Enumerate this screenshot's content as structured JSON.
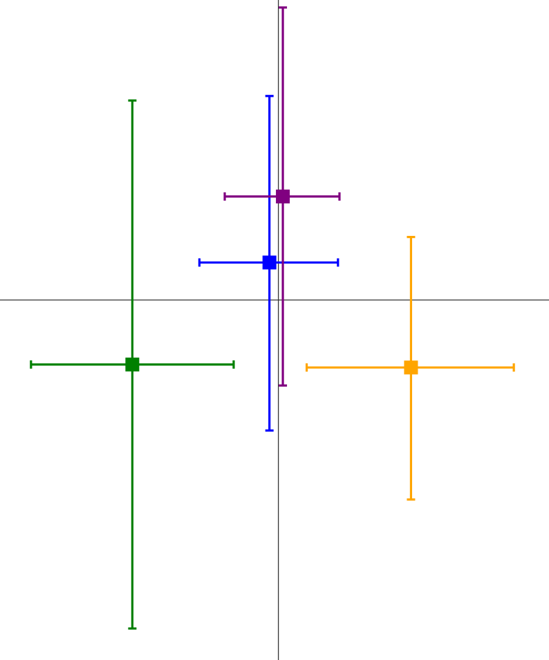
{
  "chart_data": {
    "type": "scatter",
    "title": "",
    "xlabel": "",
    "ylabel": "",
    "grid": false,
    "legend": "none",
    "axes": "cross-through-origin",
    "xlim": [
      -0.934,
      0.908
    ],
    "ylim": [
      -1.2,
      1.0
    ],
    "series": [
      {
        "color": "#008000",
        "x": -0.49,
        "y": -0.215,
        "xerr": [
          -0.83,
          -0.15
        ],
        "yerr": [
          -1.095,
          0.665
        ]
      },
      {
        "color": "#0000ff",
        "x": -0.03,
        "y": 0.125,
        "xerr": [
          -0.265,
          0.2
        ],
        "yerr": [
          -0.435,
          0.68
        ]
      },
      {
        "color": "#800080",
        "x": 0.015,
        "y": 0.345,
        "xerr": [
          -0.18,
          0.205
        ],
        "yerr": [
          -0.285,
          0.975
        ]
      },
      {
        "color": "#ffa500",
        "x": 0.445,
        "y": -0.225,
        "xerr": [
          0.095,
          0.79
        ],
        "yerr": [
          -0.665,
          0.21
        ]
      }
    ]
  }
}
